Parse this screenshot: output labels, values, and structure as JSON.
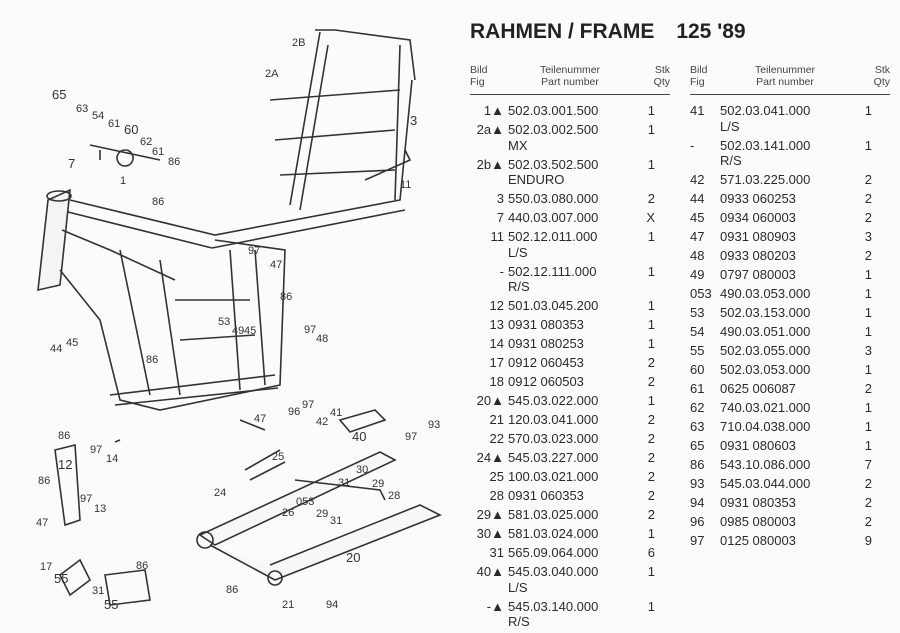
{
  "title": "RAHMEN / FRAME",
  "model": "125 '89",
  "headers": {
    "fig": [
      "Bild",
      "Fig"
    ],
    "part": [
      "Teilenummer",
      "Part number"
    ],
    "qty": [
      "Stk",
      "Qty"
    ]
  },
  "left_rows": [
    {
      "fig": "1▲",
      "part": "502.03.001.500",
      "note": "",
      "qty": "1"
    },
    {
      "fig": "2a▲",
      "part": "502.03.002.500",
      "note": "MX",
      "qty": "1"
    },
    {
      "fig": "2b▲",
      "part": "502.03.502.500",
      "note": "ENDURO",
      "qty": "1"
    },
    {
      "fig": "3",
      "part": "550.03.080.000",
      "note": "",
      "qty": "2"
    },
    {
      "fig": "7",
      "part": "440.03.007.000",
      "note": "",
      "qty": "X"
    },
    {
      "fig": "11",
      "part": "502.12.011.000",
      "note": "L/S",
      "qty": "1"
    },
    {
      "fig": "-",
      "part": "502.12.111.000",
      "note": "R/S",
      "qty": "1"
    },
    {
      "fig": "12",
      "part": "501.03.045.200",
      "note": "",
      "qty": "1"
    },
    {
      "fig": "13",
      "part": "0931 080353",
      "note": "",
      "qty": "1"
    },
    {
      "fig": "14",
      "part": "0931 080253",
      "note": "",
      "qty": "1"
    },
    {
      "fig": "17",
      "part": "0912 060453",
      "note": "",
      "qty": "2"
    },
    {
      "fig": "18",
      "part": "0912 060503",
      "note": "",
      "qty": "2"
    },
    {
      "fig": "20▲",
      "part": "545.03.022.000",
      "note": "",
      "qty": "1"
    },
    {
      "fig": "21",
      "part": "120.03.041.000",
      "note": "",
      "qty": "2"
    },
    {
      "fig": "22",
      "part": "570.03.023.000",
      "note": "",
      "qty": "2"
    },
    {
      "fig": "24▲",
      "part": "545.03.227.000",
      "note": "",
      "qty": "2"
    },
    {
      "fig": "25",
      "part": "100.03.021.000",
      "note": "",
      "qty": "2"
    },
    {
      "fig": "28",
      "part": "0931 060353",
      "note": "",
      "qty": "2"
    },
    {
      "fig": "29▲",
      "part": "581.03.025.000",
      "note": "",
      "qty": "2"
    },
    {
      "fig": "30▲",
      "part": "581.03.024.000",
      "note": "",
      "qty": "1"
    },
    {
      "fig": "31",
      "part": "565.09.064.000",
      "note": "",
      "qty": "6"
    },
    {
      "fig": "40▲",
      "part": "545.03.040.000",
      "note": "L/S",
      "qty": "1"
    },
    {
      "fig": "-▲",
      "part": "545.03.140.000",
      "note": "R/S",
      "qty": "1"
    }
  ],
  "right_rows": [
    {
      "fig": "41",
      "part": "502.03.041.000",
      "note": "L/S",
      "qty": "1"
    },
    {
      "fig": "-",
      "part": "502.03.141.000",
      "note": "R/S",
      "qty": "1"
    },
    {
      "fig": "42",
      "part": "571.03.225.000",
      "note": "",
      "qty": "2"
    },
    {
      "fig": "44",
      "part": "0933 060253",
      "note": "",
      "qty": "2"
    },
    {
      "fig": "45",
      "part": "0934 060003",
      "note": "",
      "qty": "2"
    },
    {
      "fig": "47",
      "part": "0931 080903",
      "note": "",
      "qty": "3"
    },
    {
      "fig": "48",
      "part": "0933 080203",
      "note": "",
      "qty": "2"
    },
    {
      "fig": "49",
      "part": "0797 080003",
      "note": "",
      "qty": "1"
    },
    {
      "fig": "053",
      "part": "490.03.053.000",
      "note": "",
      "qty": "1"
    },
    {
      "fig": "53",
      "part": "502.03.153.000",
      "note": "",
      "qty": "1"
    },
    {
      "fig": "54",
      "part": "490.03.051.000",
      "note": "",
      "qty": "1"
    },
    {
      "fig": "55",
      "part": "502.03.055.000",
      "note": "",
      "qty": "3"
    },
    {
      "fig": "60",
      "part": "502.03.053.000",
      "note": "",
      "qty": "1"
    },
    {
      "fig": "61",
      "part": "0625 006087",
      "note": "",
      "qty": "2"
    },
    {
      "fig": "62",
      "part": "740.03.021.000",
      "note": "",
      "qty": "1"
    },
    {
      "fig": "63",
      "part": "710.04.038.000",
      "note": "",
      "qty": "1"
    },
    {
      "fig": "65",
      "part": "0931 080603",
      "note": "",
      "qty": "1"
    },
    {
      "fig": "86",
      "part": "543.10.086.000",
      "note": "",
      "qty": "7"
    },
    {
      "fig": "93",
      "part": "545.03.044.000",
      "note": "",
      "qty": "2"
    },
    {
      "fig": "94",
      "part": "0931 080353",
      "note": "",
      "qty": "2"
    },
    {
      "fig": "96",
      "part": "0985 080003",
      "note": "",
      "qty": "2"
    },
    {
      "fig": "97",
      "part": "0125 080003",
      "note": "",
      "qty": "9"
    }
  ],
  "callouts": [
    "2B",
    "2A",
    "65",
    "63",
    "54",
    "61",
    "60",
    "62",
    "61",
    "86",
    "3",
    "7",
    "1",
    "11",
    "86",
    "97",
    "47",
    "86",
    "53",
    "49",
    "45",
    "97",
    "48",
    "44",
    "45",
    "86",
    "47",
    "96",
    "97",
    "42",
    "41",
    "40",
    "93",
    "97",
    "86",
    "97",
    "14",
    "12",
    "86",
    "97",
    "13",
    "47",
    "25",
    "30",
    "31",
    "29",
    "28",
    "24",
    "053",
    "26",
    "29",
    "31",
    "20",
    "17",
    "55",
    "86",
    "31",
    "55",
    "86",
    "21",
    "94"
  ]
}
